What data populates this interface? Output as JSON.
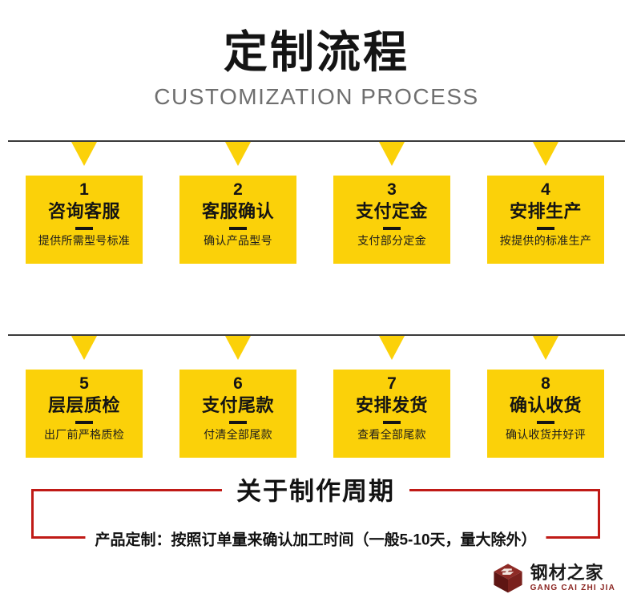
{
  "header": {
    "title_cn": "定制流程",
    "title_en": "CUSTOMIZATION PROCESS"
  },
  "colors": {
    "card_yellow": "#FBD109",
    "rule_dark": "#3B3B3B",
    "box_red": "#C01A16",
    "logo_red": "#8A2420",
    "text_dark": "#141414",
    "subtitle_gray": "#6F6F6F"
  },
  "rows": [
    {
      "row_name": "flow-row-1",
      "cards": [
        {
          "num": "1",
          "title": "咨询客服",
          "desc": "提供所需型号标准"
        },
        {
          "num": "2",
          "title": "客服确认",
          "desc": "确认产品型号"
        },
        {
          "num": "3",
          "title": "支付定金",
          "desc": "支付部分定金"
        },
        {
          "num": "4",
          "title": "安排生产",
          "desc": "按提供的标准生产"
        }
      ]
    },
    {
      "row_name": "flow-row-2",
      "cards": [
        {
          "num": "5",
          "title": "层层质检",
          "desc": "出厂前严格质检"
        },
        {
          "num": "6",
          "title": "支付尾款",
          "desc": "付清全部尾款"
        },
        {
          "num": "7",
          "title": "安排发货",
          "desc": "查看全部尾款"
        },
        {
          "num": "8",
          "title": "确认收货",
          "desc": "确认收货并好评"
        }
      ]
    }
  ],
  "cycle": {
    "title": "关于制作周期",
    "note": "产品定制：按照订单量来确认加工时间（一般5-10天，量大除外）"
  },
  "logo": {
    "name_cn": "钢材之家",
    "name_en": "GANG CAI ZHI JIA",
    "mark": "cube-logo-icon"
  }
}
